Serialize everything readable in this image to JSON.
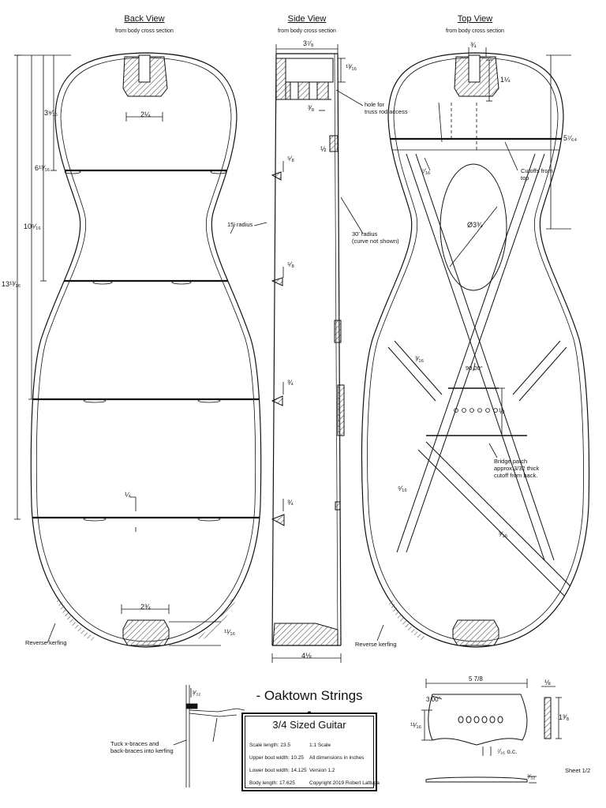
{
  "views": {
    "back": {
      "title": "Back View",
      "subtitle": "from body cross section"
    },
    "side": {
      "title": "Side View",
      "subtitle": "from body cross section"
    },
    "top": {
      "title": "Top View",
      "subtitle": "from body cross section"
    }
  },
  "annotations": {
    "hole": "hole for\ntruss rod access",
    "radius15": "15' radius",
    "radius30": "30' radius\n(curve not shown)",
    "cutoffs": "Cutoffs from\ntop",
    "bridge_patch": "Bridge patch\napprox.3/32 thick\ncutoff from back.",
    "reverse_kerfing_left": "Reverse kerfing",
    "reverse_kerfing_right": "Reverse kerfing",
    "tuck": "Tuck x-braces and\nback-braces into kerfing",
    "angle": "90.00°",
    "sheet": "Sheet 1/2"
  },
  "dims": {
    "b_block_w": "2¼",
    "b_upper": "3⁹⁄₁₆",
    "b_waist": "6¹³⁄₁₆",
    "b_mid": "10⁵⁄₁₆",
    "b_total": "13¹³⁄₁₆",
    "b_brace": "¼",
    "b_tail": "2¾",
    "b_kerf": "¹¹⁄₁₆",
    "s_top_w": "3⁷⁄₈",
    "s_top_h": "¹³⁄₁₆",
    "s_hole": "³⁄₈",
    "s_half": "½",
    "s_b1": "⁵⁄₈",
    "s_b2": "⁵⁄₈",
    "s_b3": "¾",
    "s_b4": "¾",
    "s_bottom_w": "4⅛",
    "t_neck_w": "¾",
    "t_neck_h": "1¼",
    "t_upper": "5⁷⁄₆₄",
    "t_brace": "⁷⁄₁₆",
    "t_hole": "Ø3¾",
    "t_xb": "³⁄₁₆",
    "t_bridge": "½",
    "t_x1": "⁵⁄₁₆",
    "t_x2": "³⁄₁₆",
    "d_kerf": "³⁄₃₂",
    "d_bw": "5 7/8",
    "d_angle": "3.00°",
    "d_h": "¹¹⁄₁₆",
    "d_oc": "⁷⁄₁₆ o.c.",
    "d_thick": "³⁄₃₂",
    "d_side_top": "⅛",
    "d_side_h": "1³⁄₈"
  },
  "title_block": {
    "brand": "- Oaktown Strings -",
    "title": "3/4 Sized Guitar",
    "scale_length": "Scale length: 23.5",
    "upper_bout": "Upper bout width: 10.25",
    "lower_bout": "Lower bout width: 14.125",
    "body_length": "Body length: 17.625",
    "scale": "1:1 Scale",
    "units": "All dimensions in inches",
    "version": "Version 1.2",
    "copyright": "Copyright 2019 Robert Lattuga"
  }
}
